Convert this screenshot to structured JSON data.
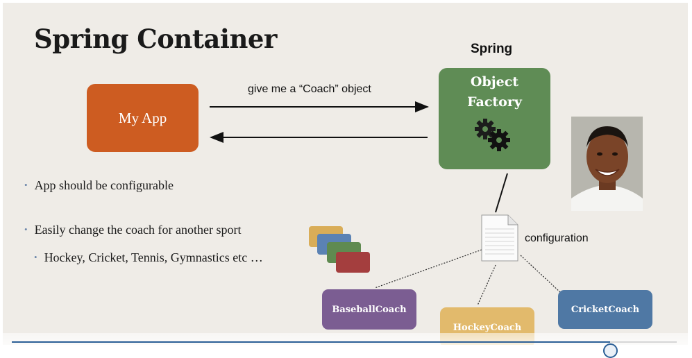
{
  "slide": {
    "title": "Spring Container",
    "spring_label": "Spring",
    "my_app_label": "My App",
    "factory_label_line1": "Object",
    "factory_label_line2": "Factory",
    "arrow_label": "give me a “Coach” object",
    "bullets": [
      "App should be configurable",
      "Easily change the coach for another sport",
      "Hockey, Cricket, Tennis, Gymnastics etc …"
    ],
    "config_label": "configuration",
    "coaches": [
      "BaseballCoach",
      "HockeyCoach",
      "CricketCoach"
    ],
    "card_colors": [
      "#d9ad58",
      "#5b82b4",
      "#5f8a50",
      "#a43e3e"
    ],
    "colors": {
      "my_app": "#cd5c21",
      "factory": "#5f8c55",
      "baseball": "#7b5d92",
      "hockey": "#e2ba6c",
      "cricket": "#4f78a4",
      "progress": "#2b5f96"
    },
    "icons": [
      "gears-icon",
      "document-icon"
    ]
  },
  "player": {
    "progress_fraction": 0.9
  }
}
